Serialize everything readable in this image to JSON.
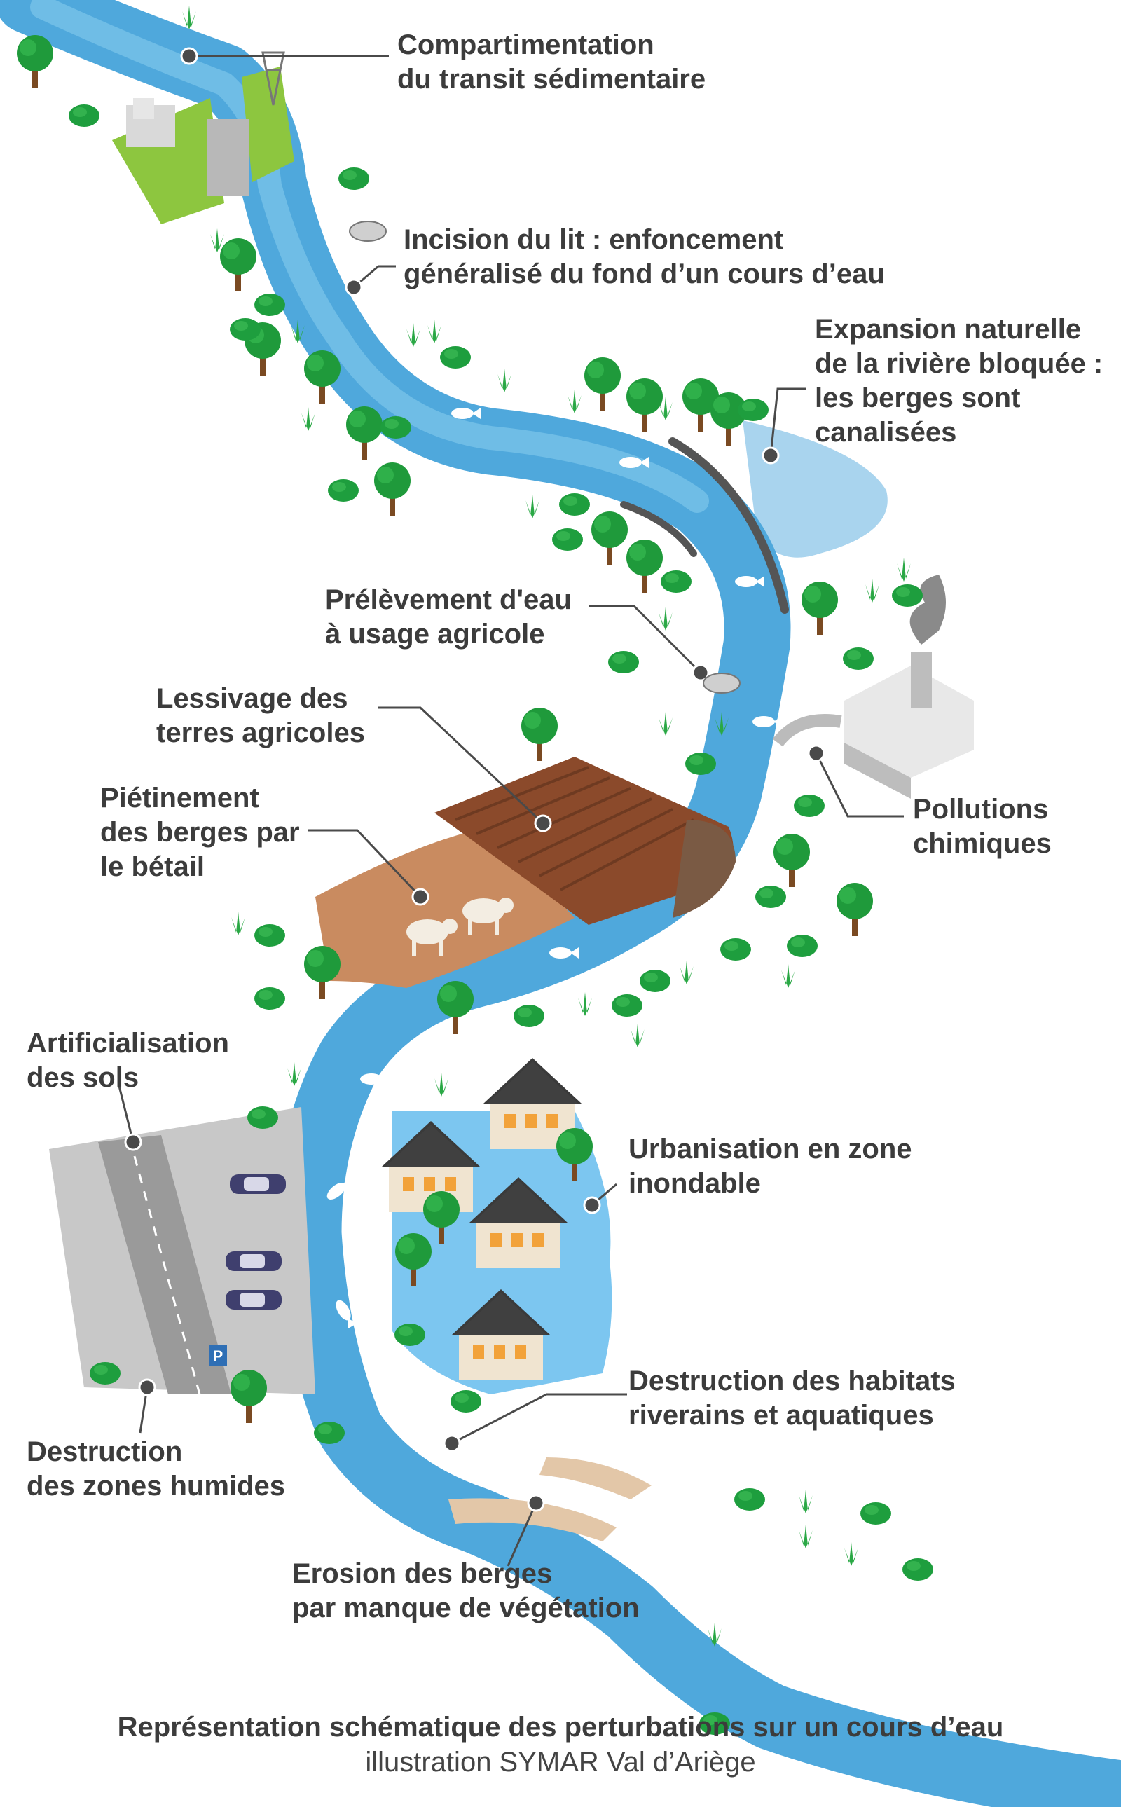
{
  "labels": [
    {
      "id": "sediment",
      "lines": [
        "Compartimentation",
        "du transit sédimentaire"
      ]
    },
    {
      "id": "incision",
      "lines": [
        "Incision du lit : enfoncement",
        "généralisé du fond d’un cours d’eau"
      ]
    },
    {
      "id": "expansion",
      "lines": [
        "Expansion naturelle",
        "de la rivière bloquée :",
        "les berges sont",
        "canalisées"
      ]
    },
    {
      "id": "prelevement",
      "lines": [
        "Prélèvement d'eau",
        "à usage agricole"
      ]
    },
    {
      "id": "lessivage",
      "lines": [
        "Lessivage des",
        "terres agricoles"
      ]
    },
    {
      "id": "pietinement",
      "lines": [
        "Piétinement",
        "des berges par",
        "le bétail"
      ]
    },
    {
      "id": "pollutions",
      "lines": [
        "Pollutions",
        "chimiques"
      ]
    },
    {
      "id": "artificialisation",
      "lines": [
        "Artificialisation",
        "des sols"
      ]
    },
    {
      "id": "urbanisation",
      "lines": [
        "Urbanisation en zone",
        "inondable"
      ]
    },
    {
      "id": "habitats",
      "lines": [
        "Destruction des habitats",
        "riverains et aquatiques"
      ]
    },
    {
      "id": "zones-humides",
      "lines": [
        "Destruction",
        "des zones humides"
      ]
    },
    {
      "id": "erosion",
      "lines": [
        "Erosion des berges",
        "par manque de végétation"
      ]
    }
  ],
  "footer": {
    "title": "Représentation schématique des perturbations sur un cours d’eau",
    "credit": "illustration SYMAR Val d’Ariège"
  },
  "parking_sign": "P",
  "colors": {
    "river": "#4fa8dc",
    "river_light": "#a9d4ee",
    "grass": "#8dc63f",
    "tree": "#1e9e3e",
    "field": "#8b4a2b",
    "road": "#9a9a9a",
    "text": "#3c3c3c",
    "bank": "#555555"
  }
}
